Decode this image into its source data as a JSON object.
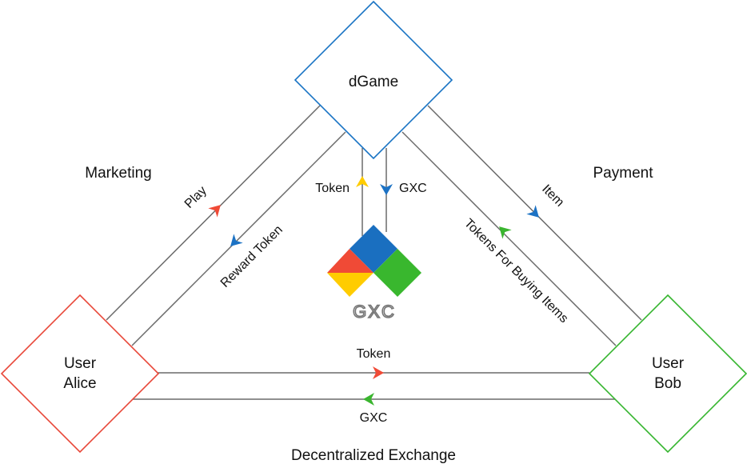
{
  "colors": {
    "game": "#1a74c4",
    "alice": "#e8483a",
    "bob": "#36b52f",
    "line": "#6a6a6a",
    "arrow_red": "#f04a36",
    "arrow_blue": "#1c72c4",
    "arrow_yellow": "#ffcc00",
    "arrow_green": "#3ab52f"
  },
  "nodes": {
    "game": {
      "label": "dGame"
    },
    "alice": {
      "line1": "User",
      "line2": "Alice"
    },
    "bob": {
      "line1": "User",
      "line2": "Bob"
    }
  },
  "sections": {
    "marketing": "Marketing",
    "payment": "Payment",
    "exchange": "Decentralized Exchange"
  },
  "edges": {
    "play": "Play",
    "reward_token": "Reward Token",
    "token_up": "Token",
    "gxc_down": "GXC",
    "item": "Item",
    "tokens_for_buying": "Tokens For Buying Items",
    "token_right": "Token",
    "gxc_left": "GXC"
  },
  "logo": {
    "text": "GXC",
    "colors": [
      "#1a6fc0",
      "#f04a36",
      "#ffcc00",
      "#39b72e"
    ]
  }
}
